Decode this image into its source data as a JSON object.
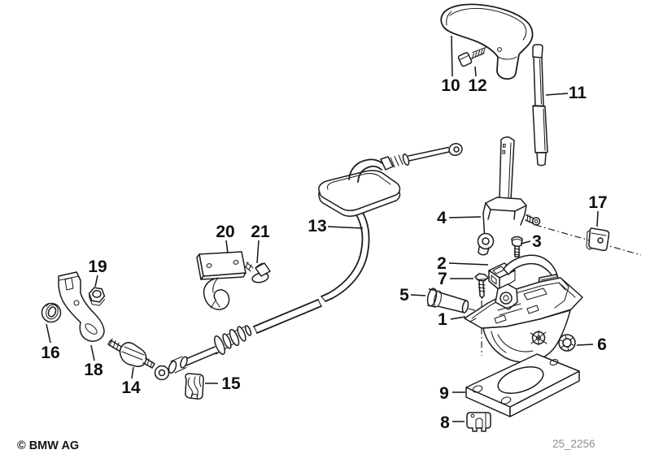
{
  "diagram": {
    "copyright": "© BMW AG",
    "code": "25_2256",
    "colors": {
      "background": "#ffffff",
      "line": "#1c1c1c",
      "label_text": "#101010",
      "code_text": "#8f8f8f"
    },
    "parts": [
      {
        "label": "1"
      },
      {
        "label": "2"
      },
      {
        "label": "3"
      },
      {
        "label": "4"
      },
      {
        "label": "5"
      },
      {
        "label": "6"
      },
      {
        "label": "7"
      },
      {
        "label": "8"
      },
      {
        "label": "9"
      },
      {
        "label": "10"
      },
      {
        "label": "11"
      },
      {
        "label": "12"
      },
      {
        "label": "13"
      },
      {
        "label": "14"
      },
      {
        "label": "15"
      },
      {
        "label": "16"
      },
      {
        "label": "17"
      },
      {
        "label": "18"
      },
      {
        "label": "19"
      },
      {
        "label": "20"
      },
      {
        "label": "21"
      }
    ]
  }
}
